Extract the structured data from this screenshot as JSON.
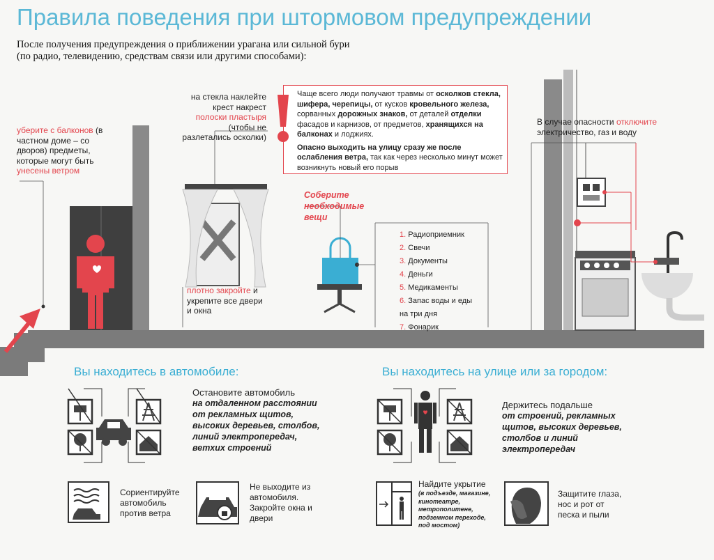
{
  "title": "Правила поведения при штормовом предупреждении",
  "intro": {
    "line1": "После получения предупреждения о приближении урагана или сильной бури",
    "line2": "(по радио, телевидению, средствам связи или другими способами):"
  },
  "balcony": {
    "red1": "уберите с балконов",
    "text": "(в частном доме – со дворов) предметы, которые могут быть",
    "red2": "унесены ветром"
  },
  "glass": {
    "pre": "на стекла наклейте крест накрест",
    "red": "полоски пластыря",
    "post": "(чтобы не разлетались осколки)"
  },
  "warning": {
    "p1_a": "Чаще всего люди получают травмы от",
    "p1_b": "осколков стекла, шифера, черепицы,",
    "p1_c": "от кусков",
    "p1_d": "кровельного железа,",
    "p1_e": "сорванных",
    "p1_f": "дорожных знаков,",
    "p1_g": "от деталей",
    "p1_h": "отделки",
    "p1_i": "фасадов и карнизов, от предметов,",
    "p1_j": "хранящихся на балконах",
    "p1_k": "и лоджиях.",
    "p2_a": "Опасно выходить на улицу сразу же после ослабления ветра,",
    "p2_b": "так как через несколько минут может возникнуть новый его порыв"
  },
  "electric": {
    "pre": "В случае опасности",
    "red": "отключите",
    "post": "электричество, газ и воду"
  },
  "collect": {
    "line1": "Соберите",
    "line2": "необходимые",
    "line3": "вещи"
  },
  "items": [
    {
      "num": "1.",
      "text": "Радиоприемник"
    },
    {
      "num": "2.",
      "text": "Свечи"
    },
    {
      "num": "3.",
      "text": "Документы"
    },
    {
      "num": "4.",
      "text": "Деньги"
    },
    {
      "num": "5.",
      "text": "Медикаменты"
    },
    {
      "num": "6.",
      "text": "Запас воды и еды"
    },
    {
      "num": "",
      "text": "на три дня"
    },
    {
      "num": "7.",
      "text": "Фонарик"
    }
  ],
  "window": {
    "red": "плотно закройте",
    "text": "и укрепите все двери и окна"
  },
  "car_section": {
    "heading": "Вы находитесь в автомобиле:",
    "stop_plain": "Остановите автомобиль",
    "stop_bold": "на отдаленном расстоянии от рекламных щитов, высоких деревьев, столбов, линий электропередач, ветхих строений",
    "orient": "Сориентируйте автомобиль против ветра",
    "dont_exit": "Не выходите из автомобиля. Закройте окна и двери"
  },
  "street_section": {
    "heading": "Вы находитесь на улице или за городом:",
    "keep_plain": "Держитесь подальше",
    "keep_bold": "от строений, рекламных щитов, высоких деревьев, столбов и линий электропередач",
    "shelter_title": "Найдите укрытие",
    "shelter_detail": "(в подъезде, магазине, кинотеатре, метрополитене, подземном переходе, под мостом)",
    "protect": "Защитите глаза, нос и рот от песка и пыли"
  },
  "colors": {
    "accent_red": "#e3454d",
    "accent_blue": "#3aaed3",
    "title_blue": "#5bb8d6",
    "wall_gray": "#8a8a8a",
    "floor_gray": "#7b7b7b"
  }
}
